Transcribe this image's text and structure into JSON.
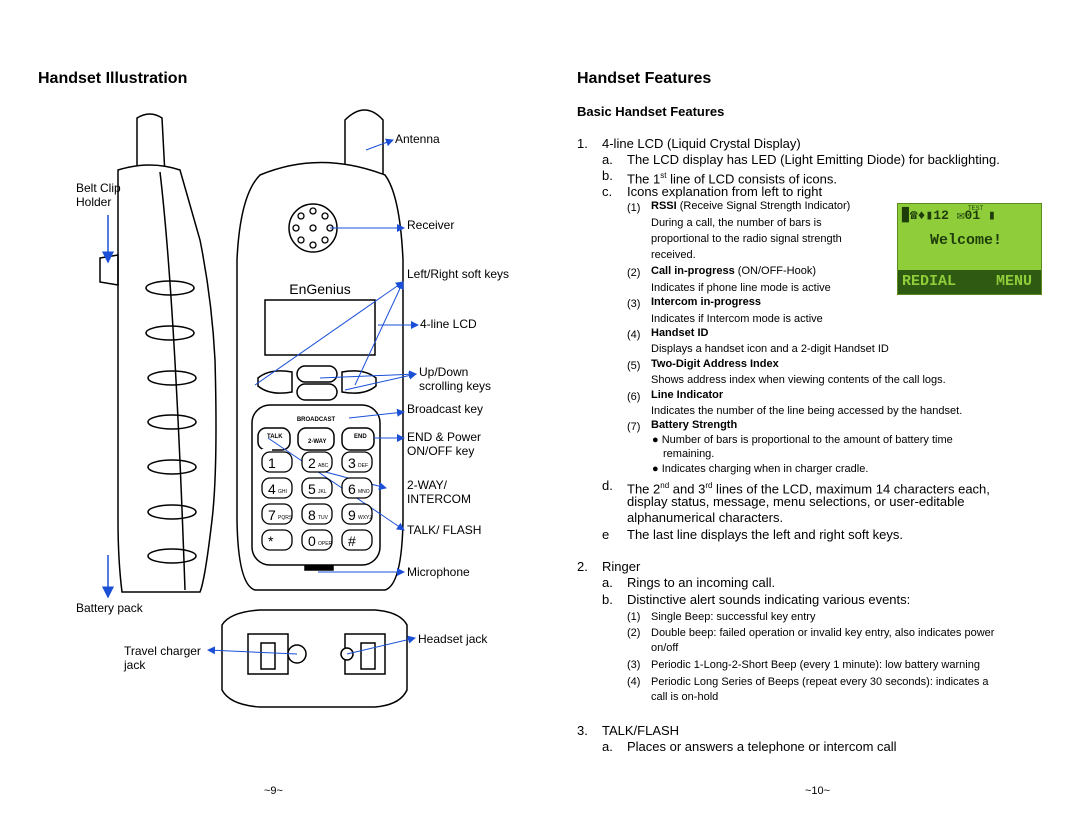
{
  "left": {
    "title": "Handset Illustration",
    "labels": {
      "antenna": "Antenna",
      "belt_clip": "Belt Clip",
      "holder": "Holder",
      "receiver": "Receiver",
      "soft_keys": "Left/Right soft keys",
      "lcd": "4-line LCD",
      "updown1": "Up/Down",
      "updown2": "scrolling keys",
      "broadcast": "Broadcast key",
      "end1": "END & Power",
      "end2": "ON/OFF key",
      "twoway1": "2-WAY/",
      "twoway2": "INTERCOM",
      "talk": "TALK/ FLASH",
      "microphone": "Microphone",
      "battery": "Battery pack",
      "travel1": "Travel charger",
      "travel2": "jack",
      "headset": "Headset jack"
    },
    "phone": {
      "brand": "EnGenius",
      "broadcast_key": "BROADCAST",
      "talk_key": "TALK",
      "twoway_key": "2-WAY",
      "end_key": "END",
      "keys": [
        "1",
        "2",
        "3",
        "4",
        "5",
        "6",
        "7",
        "8",
        "9",
        "*",
        "0",
        "#"
      ],
      "key_letters": [
        "",
        "ABC",
        "DEF",
        "GHI",
        "JKL",
        "MNO",
        "PQRS",
        "TUV",
        "WXYZ",
        "",
        "OPER",
        ""
      ]
    },
    "page_number": "~9~"
  },
  "right": {
    "title": "Handset Features",
    "subtitle": "Basic Handset Features",
    "s1": {
      "num": "1.",
      "text": "4-line LCD (Liquid Crystal Display)",
      "a_num": "a.",
      "a": "The LCD display has LED (Light Emitting Diode) for backlighting.",
      "b_num": "b.",
      "b_pre": "The 1",
      "b_sup": "st",
      "b_post": " line of LCD consists of icons.",
      "c_num": "c.",
      "c": "Icons explanation from left to right",
      "items": [
        {
          "n": "(1)",
          "title": "RSSI",
          "title_rest": " (Receive Signal Strength Indicator)",
          "desc": [
            "During a call, the number of bars is",
            "proportional to the radio signal strength",
            "received."
          ]
        },
        {
          "n": "(2)",
          "title": "Call in-progress",
          "title_rest": " (ON/OFF-Hook)",
          "desc": [
            "Indicates if phone line mode is active"
          ]
        },
        {
          "n": "(3)",
          "title": "Intercom in-progress",
          "title_rest": "",
          "desc": [
            "Indicates if Intercom mode is active"
          ]
        },
        {
          "n": "(4)",
          "title": "Handset ID",
          "title_rest": "",
          "desc": [
            "Displays a handset icon and a 2-digit Handset ID"
          ]
        },
        {
          "n": "(5)",
          "title": "Two-Digit Address Index",
          "title_rest": "",
          "desc": [
            "Shows address index when viewing contents of the call logs."
          ]
        },
        {
          "n": "(6)",
          "title": "Line Indicator",
          "title_rest": "",
          "desc": [
            "Indicates the number of the line being accessed by the handset."
          ]
        },
        {
          "n": "(7)",
          "title": "Battery Strength",
          "title_rest": "",
          "desc": []
        }
      ],
      "battery_bullets": [
        "Number of bars is proportional to the amount of battery time",
        "remaining.",
        "Indicates charging when in charger cradle."
      ],
      "d_num": "d.",
      "d_pre1": "The 2",
      "d_sup1": "nd",
      "d_mid": " and 3",
      "d_sup2": "rd",
      "d_post": " lines of the LCD, maximum 14 characters each,",
      "d_line2": "display status, message, menu selections, or user-editable",
      "d_line3": "alphanumerical characters.",
      "e_num": "e",
      "e": "The last line displays the left and right soft keys."
    },
    "lcd": {
      "welcome": "Welcome!",
      "redial": "REDIAL",
      "menu": "MENU",
      "id": "12",
      "line": "01",
      "test": "TEST"
    },
    "s2": {
      "num": "2.",
      "text": "Ringer",
      "a_num": "a.",
      "a": "Rings to an incoming call.",
      "b_num": "b.",
      "b": "Distinctive alert sounds indicating various events:",
      "items": [
        {
          "n": "(1)",
          "lines": [
            "Single Beep: successful key entry"
          ]
        },
        {
          "n": "(2)",
          "lines": [
            "Double beep: failed operation or invalid key entry, also indicates power",
            "on/off"
          ]
        },
        {
          "n": "(3)",
          "lines": [
            "Periodic 1-Long-2-Short Beep (every 1 minute): low battery warning"
          ]
        },
        {
          "n": "(4)",
          "lines": [
            "Periodic Long Series of Beeps (repeat every 30 seconds): indicates a",
            "call is on-hold"
          ]
        }
      ]
    },
    "s3": {
      "num": "3.",
      "text": "TALK/FLASH",
      "a_num": "a.",
      "a": "Places or answers a telephone or intercom call"
    },
    "page_number": "~10~"
  }
}
